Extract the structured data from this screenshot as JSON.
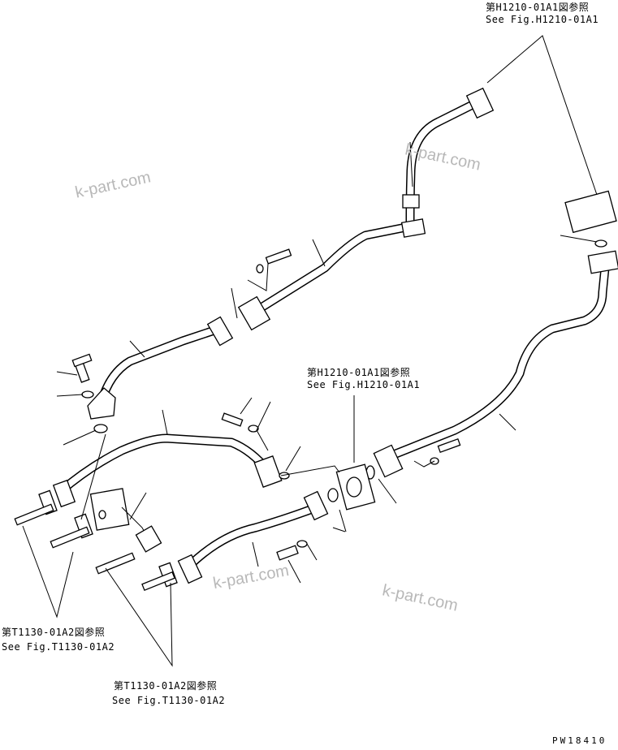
{
  "references": {
    "top_right": {
      "jp": "第H1210-01A1図参照",
      "en": "See Fig.H1210-01A1"
    },
    "middle": {
      "jp": "第H1210-01A1図参照",
      "en": "See Fig.H1210-01A1"
    },
    "bottom_left": {
      "jp": "第T1130-01A2図参照",
      "en": "See Fig.T1130-01A2"
    },
    "bottom_center": {
      "jp": "第T1130-01A2図参照",
      "en": "See Fig.T1130-01A2"
    }
  },
  "watermarks": [
    "k-part.com",
    "k-part.com",
    "k-part.com",
    "k-part.com"
  ],
  "drawing_number": "PW18410"
}
